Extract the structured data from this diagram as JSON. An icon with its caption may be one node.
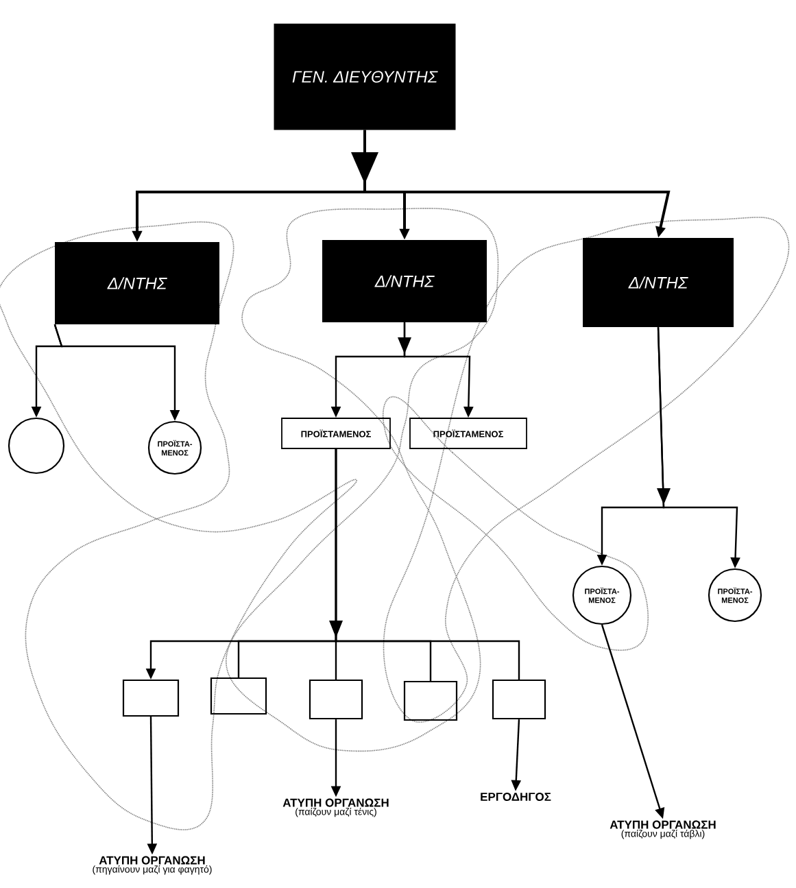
{
  "diagram": {
    "nodes": [
      {
        "text": [
          "ΓΕΝ. ΔΙΕΥΘΥΝΤΗΣ"
        ]
      },
      {
        "text": [
          "Δ/ΝΤΗΣ"
        ]
      },
      {
        "text": [
          "Δ/ΝΤΗΣ"
        ]
      },
      {
        "text": [
          "Δ/ΝΤΗΣ"
        ]
      },
      {
        "text": [],
        "shape": "circle"
      },
      {
        "text": [
          "ΠΡΟΪΣΤΑ-ΜΕΝΟΣ"
        ]
      },
      {
        "text": [
          "ΠΡΟΪΣΤΑΜΕΝΟΣ"
        ]
      },
      {
        "text": [
          "ΠΡΟΪΣΤΑΜΕΝΟΣ"
        ]
      },
      {
        "text": [
          "ΠΡΟΪΣΤΑ-ΜΕΝΟΣ"
        ]
      },
      {
        "text": [
          "ΠΡΟΪΣΤΑ-ΜΕΝΟΣ"
        ]
      },
      {
        "text": [],
        "shape": "box"
      },
      {
        "text": [],
        "shape": "box"
      },
      {
        "text": [],
        "shape": "box"
      },
      {
        "text": [],
        "shape": "box"
      },
      {
        "text": [],
        "shape": "box"
      },
      {
        "text": [
          "ΑΤΥΠΗ ΟΡΓΑΝΩΣΗ",
          "(πηγαίνουν μαζί για φαγητό)"
        ]
      },
      {
        "text": [
          "ΑΤΥΠΗ ΟΡΓΑΝΩΣΗ",
          "(παίζουν μαζί τένις)"
        ]
      },
      {
        "text": [
          "ΕΡΓΟΔΗΓΟΣ"
        ]
      },
      {
        "text": [
          "ΑΤΥΠΗ ΟΡΓΑΝΩΣΗ",
          "(παίζουν μαζί τάβλι)"
        ]
      }
    ],
    "edges": [
      {
        "from": 0,
        "to": 1,
        "arrow": "to"
      },
      {
        "from": 0,
        "to": 2,
        "arrow": "to"
      },
      {
        "from": 0,
        "to": 3,
        "arrow": "to"
      },
      {
        "from": 1,
        "to": 4,
        "arrow": "to"
      },
      {
        "from": 1,
        "to": 5,
        "arrow": "to"
      },
      {
        "from": 2,
        "to": 6,
        "arrow": "to"
      },
      {
        "from": 2,
        "to": 7,
        "arrow": "to"
      },
      {
        "from": 3,
        "to": 8,
        "arrow": "to"
      },
      {
        "from": 3,
        "to": 9,
        "arrow": "to"
      },
      {
        "from": 6,
        "to": 10,
        "arrow": "to"
      },
      {
        "from": 6,
        "to": 11,
        "arrow": "none"
      },
      {
        "from": 6,
        "to": 12,
        "arrow": "none"
      },
      {
        "from": 6,
        "to": 13,
        "arrow": "none"
      },
      {
        "from": 6,
        "to": 14,
        "arrow": "none"
      },
      {
        "from": 10,
        "to": 15,
        "arrow": "to"
      },
      {
        "from": 12,
        "to": 16,
        "arrow": "to"
      },
      {
        "from": 14,
        "to": 17,
        "arrow": "to"
      },
      {
        "from": 8,
        "to": 18,
        "arrow": "to"
      }
    ]
  }
}
